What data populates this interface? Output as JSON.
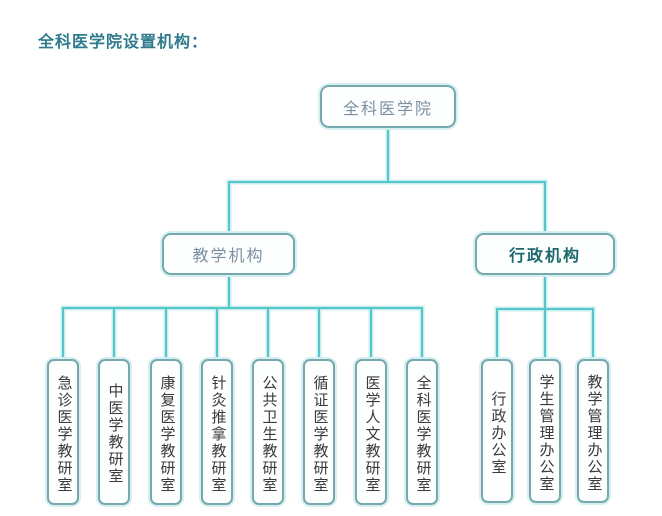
{
  "page": {
    "title": "全科医学院设置机构："
  },
  "org": {
    "root_label": "全科医学院",
    "branches": {
      "teaching": {
        "label": "教学机构",
        "children": [
          "急诊医学教研室",
          "中医学教研室",
          "康复医学教研室",
          "针灸推拿教研室",
          "公共卫生教研室",
          "循证医学教研室",
          "医学人文教研室",
          "全科医学教研室"
        ]
      },
      "admin": {
        "label": "行政机构",
        "children": [
          "行政办公室",
          "学生管理办公室",
          "教学管理办公室"
        ]
      }
    }
  },
  "colors": {
    "title_text": "#2e7b8c",
    "connector_line": "#55c6c9",
    "connector_glow": "#c9ecee",
    "node_border": "#76a9ad",
    "node_glow": "#d6f0f1",
    "node_text_gray": "#7b90a1",
    "admin_text": "#1d686c",
    "leaf_text": "#3b3b3b",
    "background": "#ffffff"
  }
}
